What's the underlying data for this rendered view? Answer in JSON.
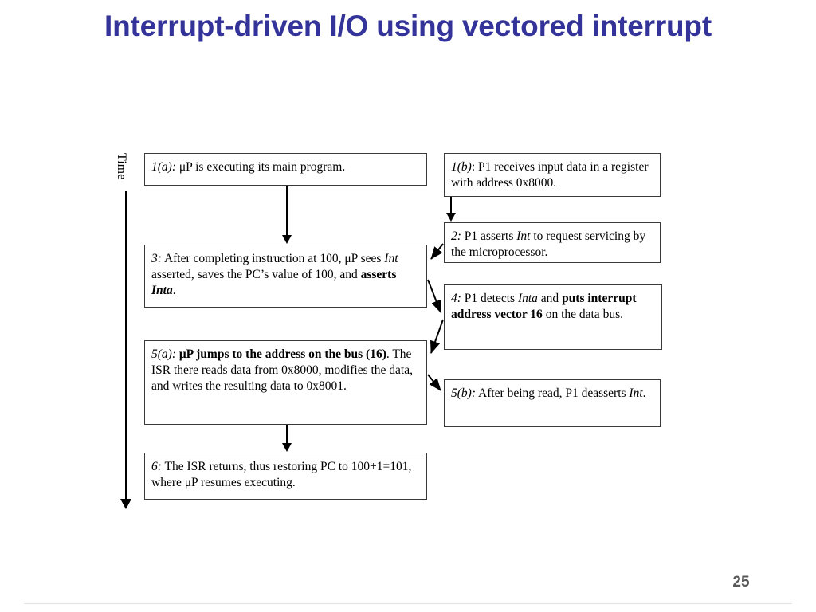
{
  "slide": {
    "title": "Interrupt-driven I/O using vectored interrupt",
    "page_number": "25",
    "title_color": "#333399",
    "page_number_color": "#595959",
    "box_border_color": "#3a3a3a",
    "connector_color": "#000000"
  },
  "time_axis": {
    "label": "Time",
    "direction": "downward"
  },
  "diagram": {
    "boxes": [
      {
        "id": "1a",
        "column": "left",
        "step": "1(a):",
        "text": "1(a): μP is executing its main program.",
        "parts": [
          {
            "text": "1(a):",
            "style": "italic"
          },
          {
            "text": " μP is executing its main program.",
            "style": "normal"
          }
        ]
      },
      {
        "id": "1b",
        "column": "right",
        "step": "1(b)",
        "text": "1(b): P1 receives input data in a register with address 0x8000.",
        "parts": [
          {
            "text": "1(b)",
            "style": "italic"
          },
          {
            "text": ": P1 receives input data in a register with address 0x8000.",
            "style": "normal"
          }
        ]
      },
      {
        "id": "2",
        "column": "right",
        "step": "2:",
        "text": "2: P1 asserts Int to request servicing by the microprocessor.",
        "parts": [
          {
            "text": "2:",
            "style": "italic"
          },
          {
            "text": " P1 asserts ",
            "style": "normal"
          },
          {
            "text": "Int",
            "style": "italic"
          },
          {
            "text": " to request servicing by the microprocessor.",
            "style": "normal"
          }
        ]
      },
      {
        "id": "3",
        "column": "left",
        "step": "3:",
        "text": "3: After completing instruction at 100, μP sees Int asserted, saves the PC’s value of 100, and asserts Inta.",
        "parts": [
          {
            "text": "3:",
            "style": "italic"
          },
          {
            "text": " After completing instruction at 100, μP sees ",
            "style": "normal"
          },
          {
            "text": "Int",
            "style": "italic"
          },
          {
            "text": " asserted, saves the PC’s value of 100, and ",
            "style": "normal"
          },
          {
            "text": "asserts ",
            "style": "bold"
          },
          {
            "text": "Inta",
            "style": "bold-italic"
          },
          {
            "text": ".",
            "style": "normal"
          }
        ]
      },
      {
        "id": "4",
        "column": "right",
        "step": "4:",
        "text": "4: P1 detects Inta and puts interrupt address vector 16 on the data bus.",
        "parts": [
          {
            "text": "4:",
            "style": "italic"
          },
          {
            "text": " P1 detects ",
            "style": "normal"
          },
          {
            "text": "Inta",
            "style": "italic"
          },
          {
            "text": " and ",
            "style": "normal"
          },
          {
            "text": "puts interrupt address vector 16",
            "style": "bold"
          },
          {
            "text": " on the data bus.",
            "style": "normal"
          }
        ]
      },
      {
        "id": "5a",
        "column": "left",
        "step": "5(a):",
        "text": "5(a): μP jumps to the address on the bus (16). The ISR there reads data from 0x8000, modifies the data, and writes the resulting data to 0x8001.",
        "parts": [
          {
            "text": "5(a):",
            "style": "italic"
          },
          {
            "text": " ",
            "style": "normal"
          },
          {
            "text": "μP jumps to the address on the bus (16)",
            "style": "bold"
          },
          {
            "text": ". The ISR there reads data from 0x8000, modifies the data, and writes the resulting data to 0x8001.",
            "style": "normal"
          }
        ]
      },
      {
        "id": "5b",
        "column": "right",
        "step": "5(b):",
        "text": "5(b): After being read, P1 deasserts Int.",
        "parts": [
          {
            "text": "5(b):",
            "style": "italic"
          },
          {
            "text": " After being read, P1 deasserts ",
            "style": "normal"
          },
          {
            "text": "Int",
            "style": "italic"
          },
          {
            "text": ".",
            "style": "normal"
          }
        ]
      },
      {
        "id": "6",
        "column": "left",
        "step": "6:",
        "text": "6: The ISR returns, thus restoring PC to 100+1=101, where μP resumes executing.",
        "parts": [
          {
            "text": "6:",
            "style": "italic"
          },
          {
            "text": " The ISR returns, thus restoring PC to 100+1=101, where μP resumes executing.",
            "style": "normal"
          }
        ]
      }
    ],
    "connectors": [
      {
        "from": "1a",
        "to": "3",
        "kind": "vertical"
      },
      {
        "from": "1b",
        "to": "2",
        "kind": "vertical"
      },
      {
        "from": "2",
        "to": "3",
        "kind": "diagonal"
      },
      {
        "from": "3",
        "to": "4",
        "kind": "diagonal"
      },
      {
        "from": "4",
        "to": "5a",
        "kind": "diagonal"
      },
      {
        "from": "5a",
        "to": "5b",
        "kind": "diagonal"
      },
      {
        "from": "5a",
        "to": "6",
        "kind": "vertical"
      }
    ]
  }
}
